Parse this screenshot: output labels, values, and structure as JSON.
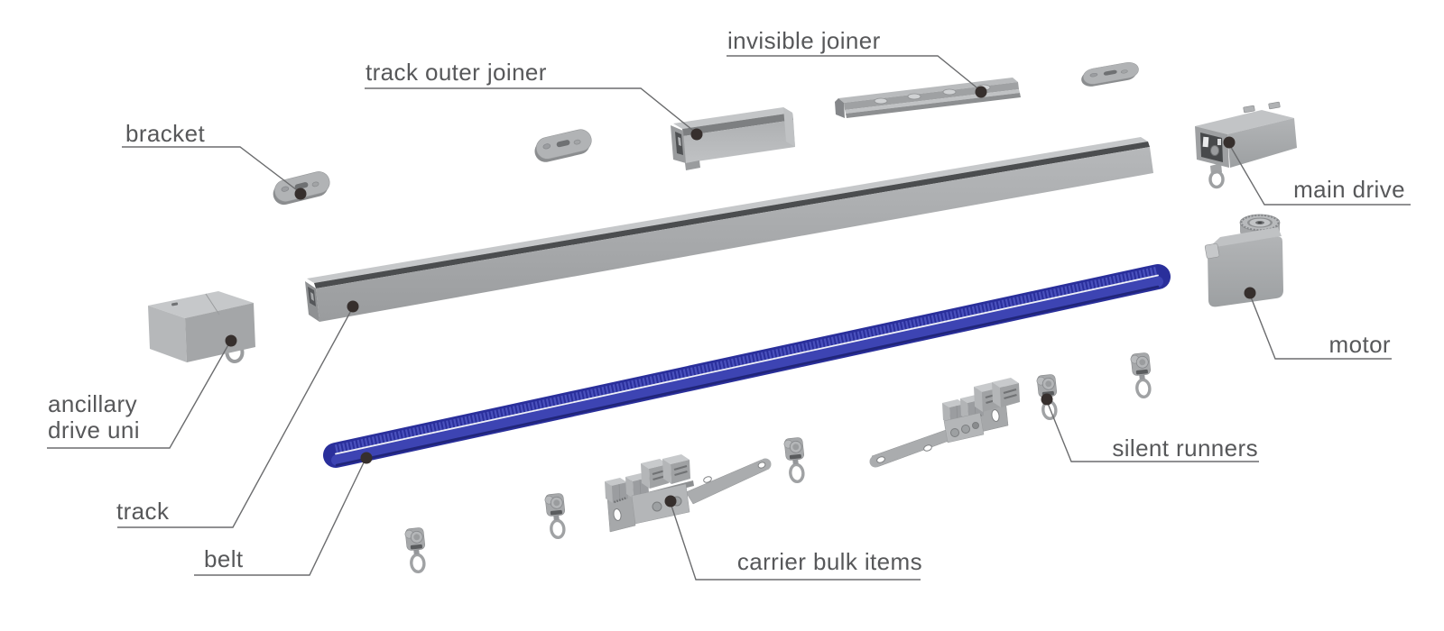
{
  "diagram": {
    "type": "exploded-parts-diagram",
    "background": "#ffffff",
    "labels": {
      "bracket": "bracket",
      "track_outer_joiner": "track outer joiner",
      "invisible_joiner": "invisible joiner",
      "main_drive": "main drive",
      "motor": "motor",
      "ancillary_drive_line1": "ancillary",
      "ancillary_drive_line2": "drive uni",
      "track": "track",
      "belt": "belt",
      "silent_runners": "silent runners",
      "carrier_bulk_items": "carrier bulk items"
    },
    "parts_visible": [
      {
        "label": "bracket",
        "count": 3
      },
      {
        "label": "track outer joiner",
        "count": 1
      },
      {
        "label": "invisible joiner",
        "count": 1
      },
      {
        "label": "main drive",
        "count": 1
      },
      {
        "label": "motor",
        "count": 1
      },
      {
        "label": "ancillary drive uni",
        "count": 1
      },
      {
        "label": "track",
        "count": 1
      },
      {
        "label": "belt",
        "count": 1
      },
      {
        "label": "silent runners",
        "count": 5
      },
      {
        "label": "carrier bulk items",
        "count": 2
      }
    ],
    "colors": {
      "part_gray": "#a9abad",
      "part_gray_light": "#c4c6c8",
      "part_gray_dark": "#8f9193",
      "belt_blue": "#3d44b3",
      "belt_blue_dark": "#2a2f9b",
      "belt_highlight": "#eef0f8",
      "label_text": "#57585a",
      "leader_line": "#6b6c6e",
      "leader_dot": "#362f2d"
    }
  }
}
